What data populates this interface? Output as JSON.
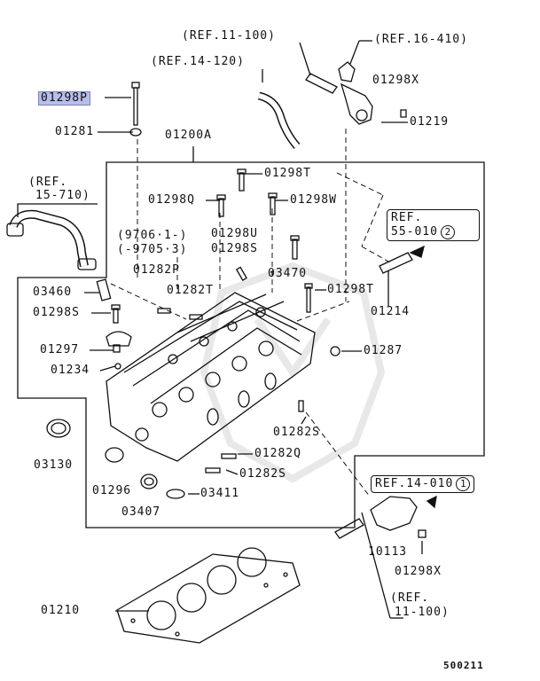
{
  "highlight_color": "#b9bde9",
  "watermark": "Mitsubishi parts logo",
  "refs": {
    "r_11_100_top": "(REF.11-100)",
    "r_16_410": "(REF.16-410)",
    "r_14_120": "(REF.14-120)",
    "r_15_710_a": "(REF.",
    "r_15_710_b": "15-710)",
    "r_11_100_bot_a": "(REF.",
    "r_11_100_bot_b": "11-100)"
  },
  "boxed_refs": {
    "b_55_010_a": "REF.",
    "b_55_010_b": "55-010",
    "b_55_010_num": "2",
    "b_14_010": "REF.14-010",
    "b_14_010_num": "1"
  },
  "parts": {
    "p01298P": "01298P",
    "p01281": "01281",
    "p01200A": "01200A",
    "p01298X_top": "01298X",
    "p01219": "01219",
    "p01298T_a": "01298T",
    "p01298Q_a": "01298Q",
    "p01298W": "01298W",
    "date_a": "(9706·1-)",
    "date_b": "(-9705·3)",
    "p01298U": "01298U",
    "p01298S_a": "01298S",
    "p01282P": "01282P",
    "p03470": "03470",
    "p03460": "03460",
    "p01282T": "01282T",
    "p01298T_b": "01298T",
    "p01214": "01214",
    "p01298S_b": "01298S",
    "p01297": "01297",
    "p01287": "01287",
    "p01234": "01234",
    "p01282S_a": "01282S",
    "p03130": "03130",
    "p01282Q": "01282Q",
    "p01282S_b": "01282S",
    "p01296": "01296",
    "p03411": "03411",
    "p03407": "03407",
    "p10113": "10113",
    "p01298X_bot": "01298X",
    "p01210": "01210"
  },
  "diagram_code": "500211"
}
